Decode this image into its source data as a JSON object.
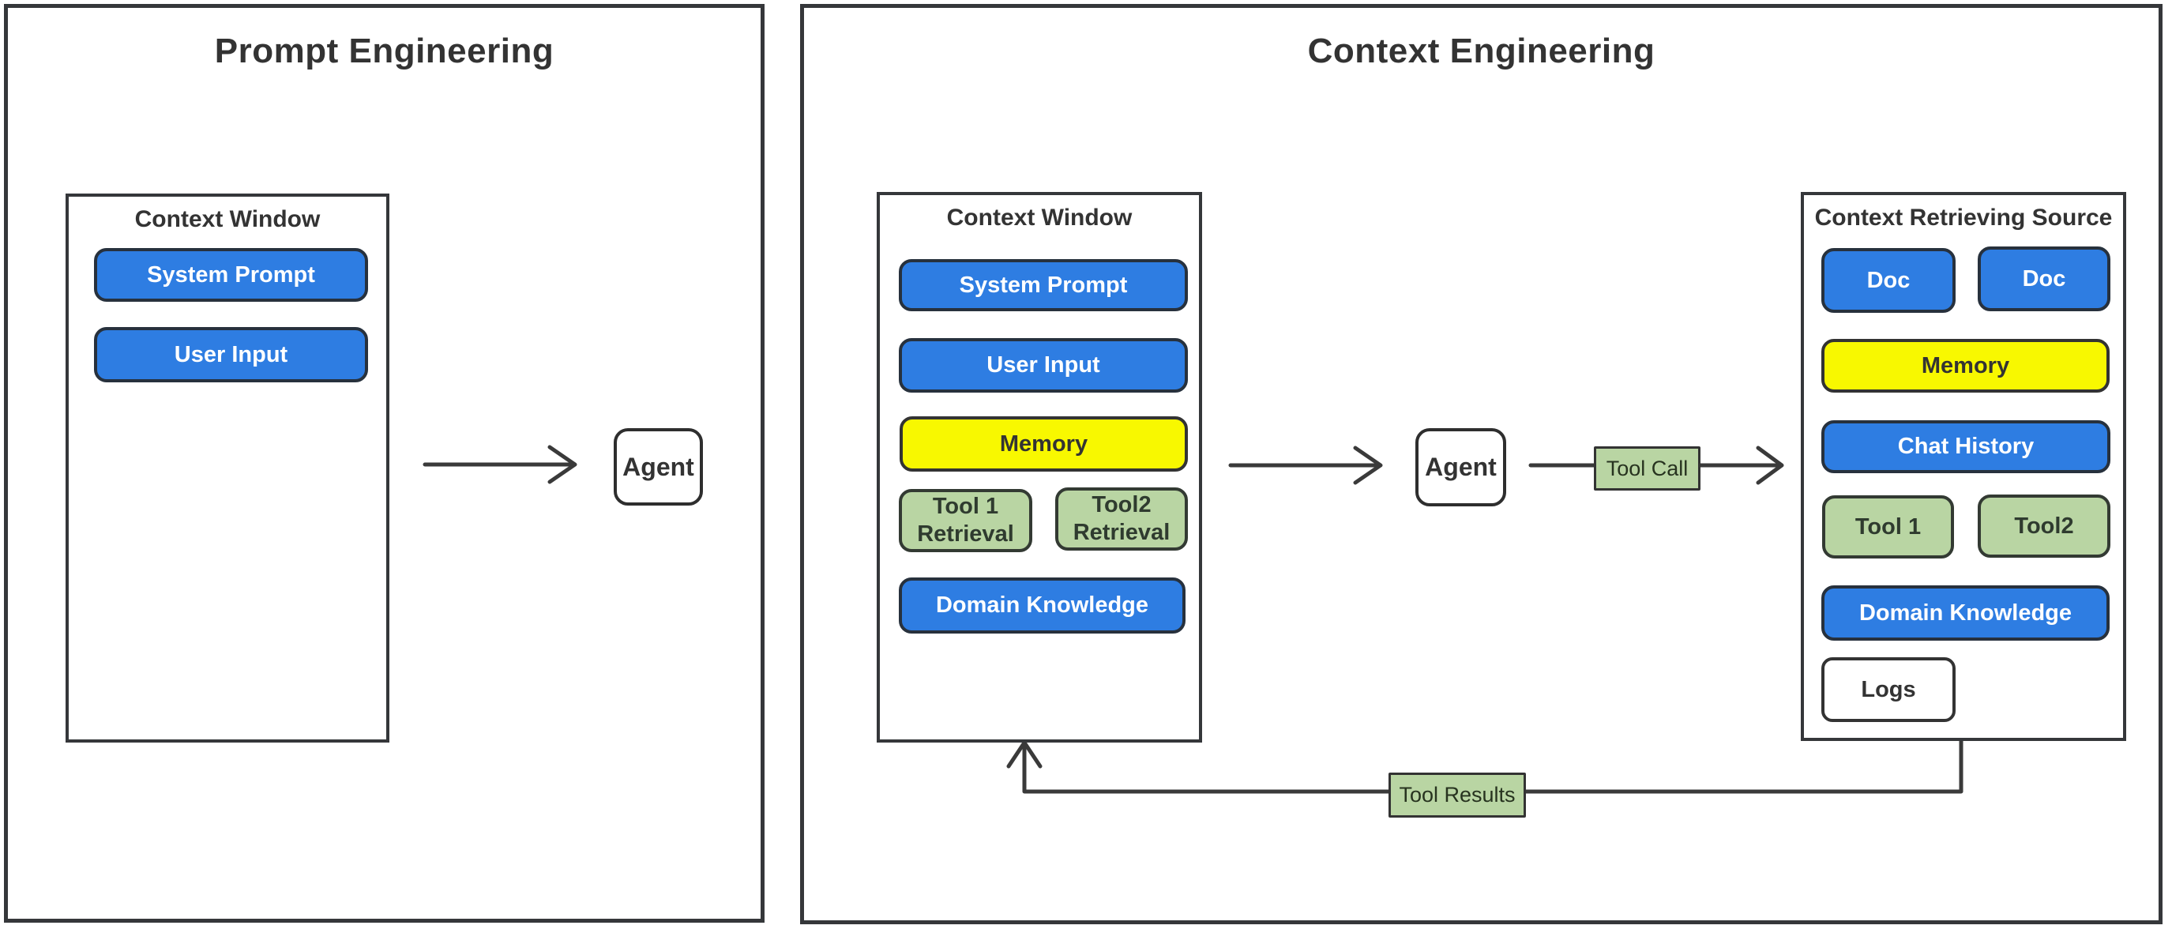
{
  "left_panel": {
    "title": "Prompt Engineering",
    "context_window": {
      "heading": "Context Window",
      "items": [
        {
          "label": "System Prompt",
          "color": "blue"
        },
        {
          "label": "User Input",
          "color": "blue"
        }
      ]
    },
    "agent_label": "Agent"
  },
  "right_panel": {
    "title": "Context Engineering",
    "context_window": {
      "heading": "Context Window",
      "items": [
        {
          "label": "System Prompt",
          "color": "blue"
        },
        {
          "label": "User Input",
          "color": "blue"
        },
        {
          "label": "Memory",
          "color": "yellow"
        },
        {
          "label": "Tool 1\nRetrieval",
          "color": "green"
        },
        {
          "label": "Tool2\nRetrieval",
          "color": "green"
        },
        {
          "label": "Domain Knowledge",
          "color": "blue"
        }
      ]
    },
    "agent_label": "Agent",
    "tool_call_label": "Tool Call",
    "tool_results_label": "Tool Results",
    "retrieving_source": {
      "heading": "Context Retrieving Source",
      "items": [
        {
          "label": "Doc",
          "color": "blue"
        },
        {
          "label": "Doc",
          "color": "blue"
        },
        {
          "label": "Memory",
          "color": "yellow"
        },
        {
          "label": "Chat History",
          "color": "blue"
        },
        {
          "label": "Tool 1",
          "color": "green"
        },
        {
          "label": "Tool2",
          "color": "green"
        },
        {
          "label": "Domain Knowledge",
          "color": "blue"
        },
        {
          "label": "Logs",
          "color": "white"
        }
      ]
    }
  },
  "colors": {
    "node_blue": "#2e7de2",
    "node_yellow": "#f8f800",
    "node_green": "#b9d5a3",
    "ink": "#333333"
  }
}
